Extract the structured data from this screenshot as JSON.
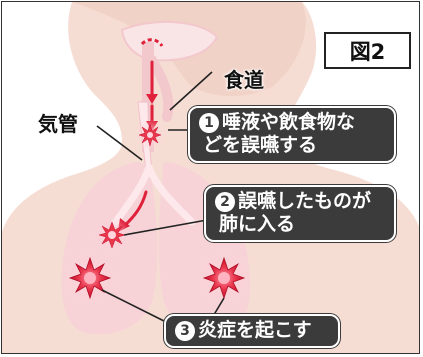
{
  "figure_label": "図2",
  "labels": {
    "esophagus": "食道",
    "trachea": "気管"
  },
  "steps": [
    {
      "number": "1",
      "line1": "唾液や飲食物な",
      "line2": "どを誤嚥する"
    },
    {
      "number": "2",
      "line1": "誤嚥したものが",
      "line2": "肺に入る"
    },
    {
      "number": "3",
      "line1": "炎症を起こす",
      "line2": ""
    }
  ],
  "colors": {
    "body_skin": "#f6ddd3",
    "lung": "#f7d3d7",
    "airway": "#fde9ec",
    "burst": "#e8364d",
    "arrow": "#e0213b",
    "callout_bg": "#3b3b3b"
  }
}
